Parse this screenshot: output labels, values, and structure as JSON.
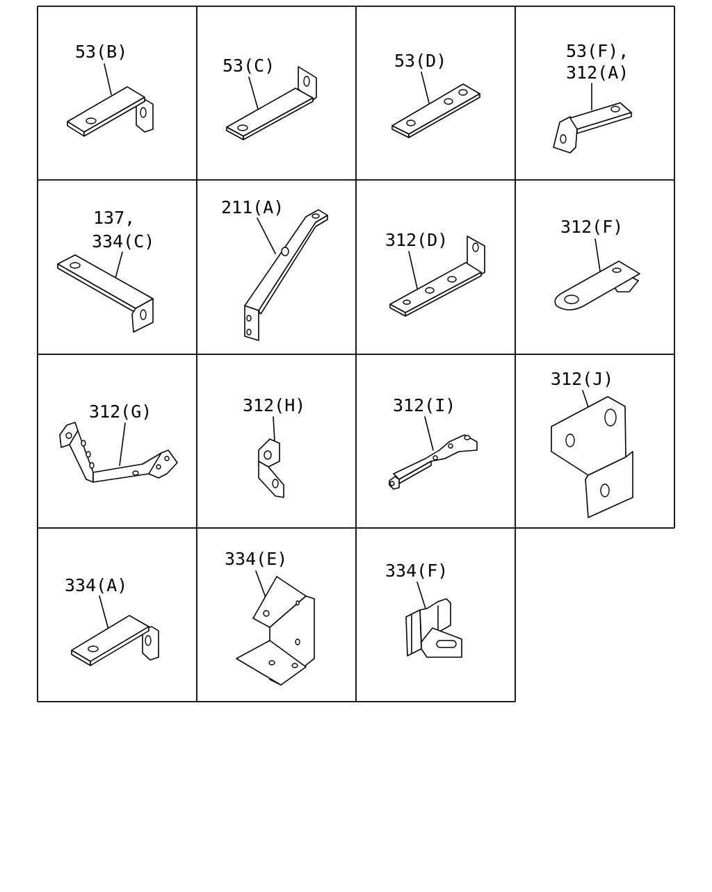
{
  "parts": [
    {
      "label": "53(B)"
    },
    {
      "label": "53(C)"
    },
    {
      "label": "53(D)"
    },
    {
      "label": "53(F),",
      "label2": "312(A)"
    },
    {
      "label": "137,",
      "label2": "334(C)"
    },
    {
      "label": "211(A)"
    },
    {
      "label": "312(D)"
    },
    {
      "label": "312(F)"
    },
    {
      "label": "312(G)"
    },
    {
      "label": "312(H)"
    },
    {
      "label": "312(I)"
    },
    {
      "label": "312(J)"
    },
    {
      "label": "334(A)"
    },
    {
      "label": "334(E)"
    },
    {
      "label": "334(F)"
    }
  ]
}
